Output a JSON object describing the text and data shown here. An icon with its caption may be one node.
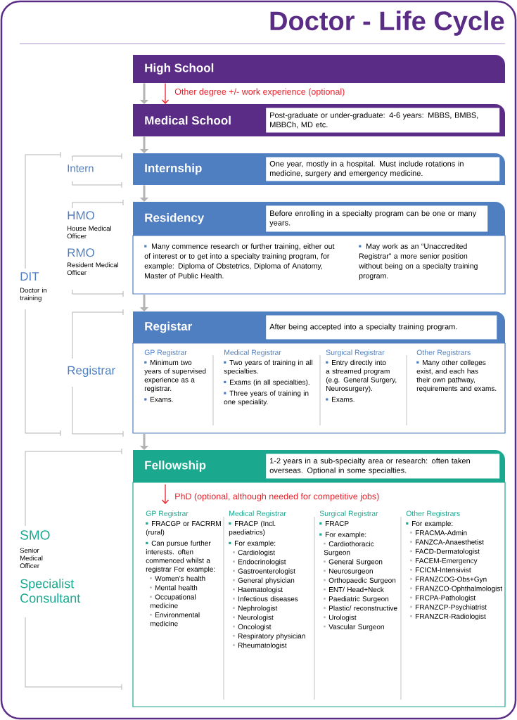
{
  "diagram": {
    "title": "Doctor - Life Cycle",
    "nodes": [
      {
        "text": [
          "High School"
        ]
      },
      {
        "text": [
          "Medical School",
          "Post-graduate or under-graduate: 4-6 years: MBBS, BMBS, MBBCh, MD etc."
        ]
      },
      {
        "text": [
          "Internship",
          "One year, mostly in a hospital. Must include rotations in medicine, surgery and emergency medicine."
        ]
      },
      {
        "text": [
          "Residency",
          "Before enrolling in a specialty program can be one or many years.",
          "Many commence research or further training, either out of interest or to get into a specialty training program, for example: Diploma of Obstetrics, Diploma of Anatomy, Master of Public Health.",
          "May work as an “Unaccredited Registrar” a more senior position without being on a specialty training program."
        ]
      },
      {
        "text": [
          "Registar",
          "After being accepted into a specialty training program.",
          "GP Registrar",
          "Minimum two years of supervised experience as a registrar.",
          "Exams.",
          "Medical Registrar",
          "Two years of training in all specialties.",
          "Exams (in all specialties).",
          "Three years of training in one speciality.",
          "Surgical Registrar",
          "Entry directly into a streamed program (e.g. General Surgery, Neurosurgery).",
          "Exams.",
          "Other Registrars",
          "Many other colleges exist, and each has their own pathway, requirements and exams."
        ]
      },
      {
        "text": [
          "Fellowship",
          "1-2 years in a sub-specialty area or research: often taken overseas. Optional in some specialties.",
          "GP Registrar",
          "FRACGP or FACRRM (rural)",
          "Can pursue further interests. often commenced whilst a registrar For example:",
          "Women’s health",
          "Mental health",
          "Occupational medicine",
          "Environmental medicine",
          "Medical Registrar",
          "FRACP (Incl. paediatrics)",
          "For example:",
          "Cardiologist",
          "Endocrinologist",
          "Gastroenterologist",
          "General physician",
          "Haematologist",
          "Infectious diseases",
          "Nephrologist",
          "Neurologist",
          "Oncologist",
          "Respiratory physician",
          "Rheumatologist",
          "Surgical Registrar",
          "FRACP",
          "For example:",
          "Cardiothoracic Surgeon",
          "General Surgeon",
          "Neurosurgeon",
          "Orthopaedic Surgeon",
          "ENT/ Head+Neck",
          "Paediatric Surgeon",
          "Plastic/ reconstructive",
          "Urologist",
          "Vascular Surgeon",
          "Other Registrars",
          "For example:",
          "FRACMA-Admin",
          "FANZCA-Anaesthetist",
          "FACD-Dermatologist",
          "FACEM-Emergency",
          "FCICM-Intensivist",
          "FRANZCOG-Obs+Gyn",
          "FRANZCO-Ophthalmologist",
          "FRCPA-Pathologist",
          "FRANZCP-Psychiatrist",
          "FRANZCR-Radiologist"
        ]
      }
    ],
    "edges": [
      {
        "from": 0,
        "to": 1,
        "arrow": "to"
      },
      {
        "from": 0,
        "to": 1,
        "arrow": "to",
        "label": "Other degree +/- work experience (optional)",
        "color": "#e8202a"
      },
      {
        "from": 1,
        "to": 2,
        "arrow": "to"
      },
      {
        "from": 2,
        "to": 3,
        "arrow": "to"
      },
      {
        "from": 3,
        "to": 4,
        "arrow": "to"
      },
      {
        "from": 4,
        "to": 5,
        "arrow": "to"
      },
      {
        "from": 5,
        "to": null,
        "arrow": "to",
        "label": "PhD (optional, although needed for competitive jobs)",
        "color": "#e8202a"
      }
    ],
    "labels": [
      "Intern",
      "HMO",
      "House Medical Officer",
      "RMO",
      "Resident Medical Officer",
      "DIT",
      "Doctor in training",
      "Registrar",
      "SMO",
      "Senior Medical Officer",
      "Specialist Consultant"
    ]
  }
}
